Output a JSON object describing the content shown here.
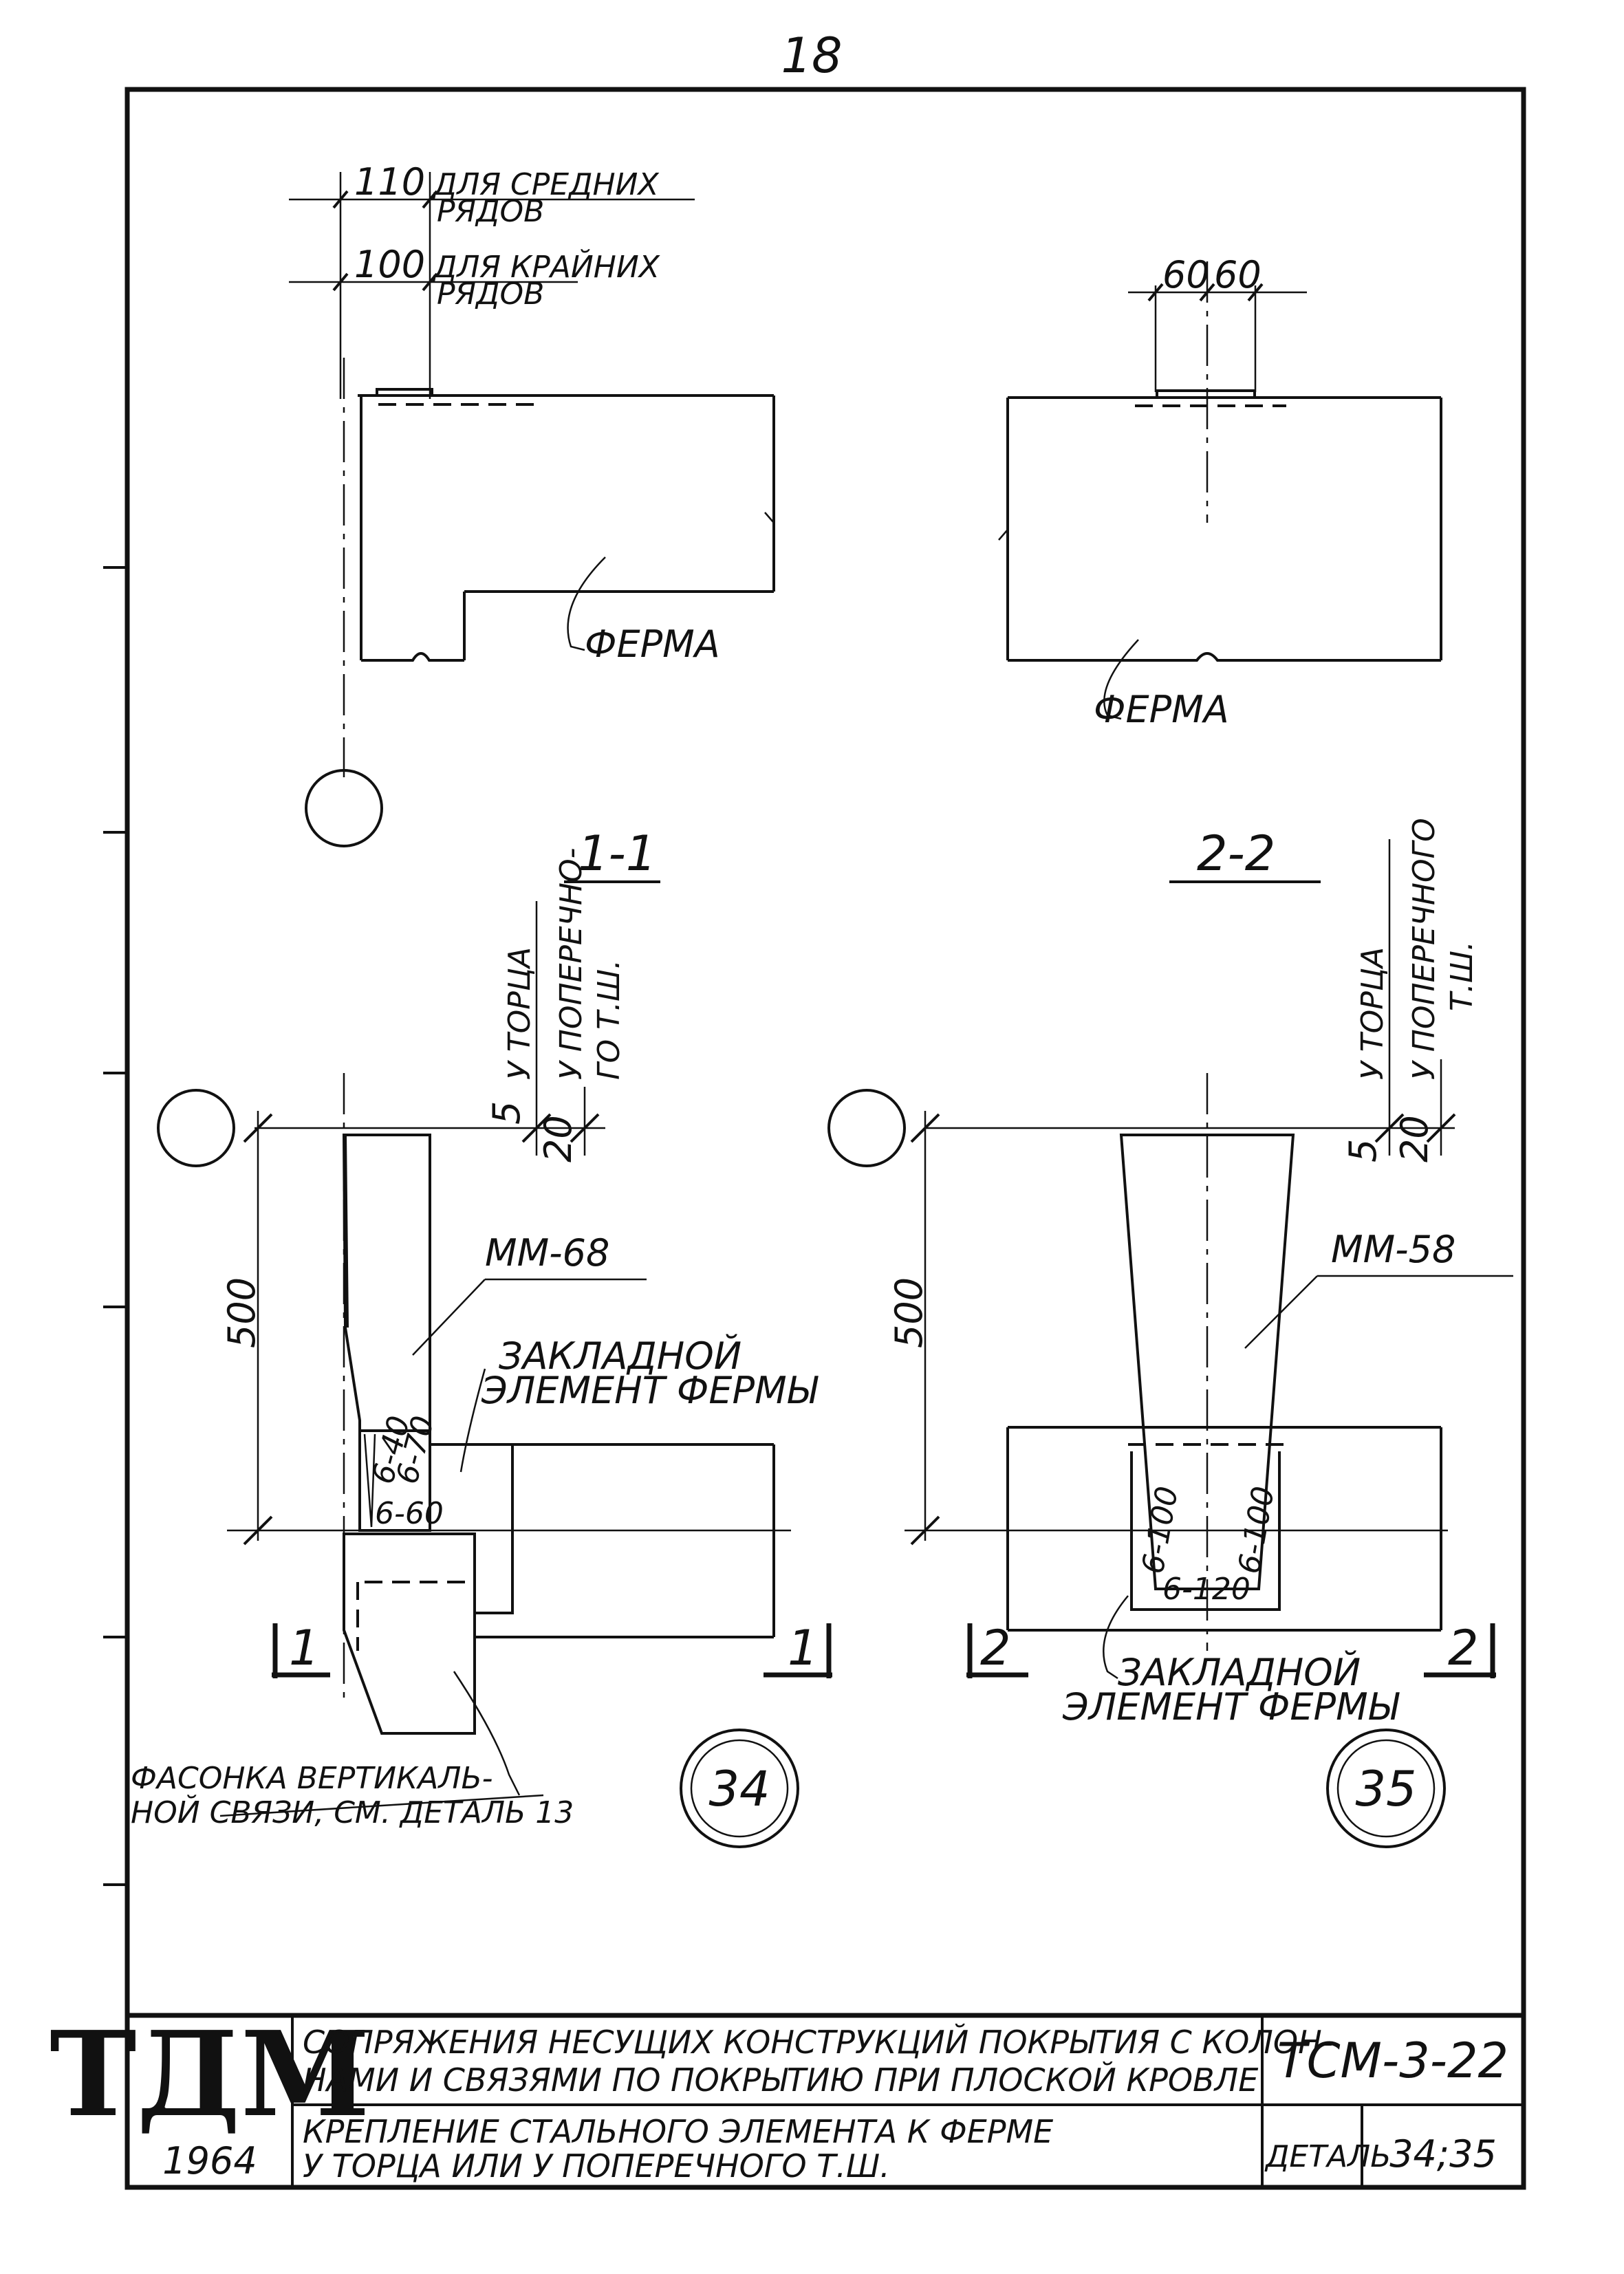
{
  "page_number": "18",
  "top_view_left": {
    "dim_middle": "110",
    "label_middle_line1": "ДЛЯ СРЕДНИХ",
    "label_middle_line2": "РЯДОВ",
    "dim_edge": "100",
    "label_edge_line1": "ДЛЯ КРАЙНИХ",
    "label_edge_line2": "РЯДОВ",
    "truss_label": "ФЕРМА"
  },
  "top_view_right": {
    "dim_a": "60",
    "dim_b": "60",
    "truss_label": "ФЕРМА"
  },
  "section_1": {
    "title": "1-1",
    "label_end": "У ТОРЦА",
    "label_transverse_line1": "У ПОПЕРЕЧНО-",
    "label_transverse_line2": "ГО Т.Ш.",
    "dim_5": "5",
    "dim_20": "20",
    "dim_height": "500",
    "steel_label": "ММ-68",
    "embedded_line1": "ЗАКЛАДНОЙ",
    "embedded_line2": "ЭЛЕМЕНТ ФЕРМЫ",
    "weld_a": "6-40",
    "weld_b": "6-70",
    "weld_c": "6-60",
    "cut_mark": "1",
    "gusset_line1": "ФАСОНКА ВЕРТИКАЛЬ-",
    "gusset_line2": "НОЙ СВЯЗИ, СМ. ДЕТАЛЬ 13",
    "detail_number": "34"
  },
  "section_2": {
    "title": "2-2",
    "label_end": "У ТОРЦА",
    "label_transverse_line1": "У ПОПЕРЕЧНОГО",
    "label_transverse_line2": "Т.Ш.",
    "dim_5": "5",
    "dim_20": "20",
    "dim_height": "500",
    "steel_label": "ММ-58",
    "weld_a": "6-100",
    "weld_b": "6-100",
    "weld_c": "6-120",
    "cut_mark": "2",
    "embedded_line1": "ЗАКЛАДНОЙ",
    "embedded_line2": "ЭЛЕМЕНТ ФЕРМЫ",
    "detail_number": "35"
  },
  "title_block": {
    "logo": "ТДМ",
    "year": "1964",
    "title_line1": "СОПРЯЖЕНИЯ НЕСУЩИХ КОНСТРУКЦИЙ ПОКРЫТИЯ С КОЛОН-",
    "title_line2": "НАМИ И СВЯЗЯМИ ПО ПОКРЫТИЮ ПРИ ПЛОСКОЙ КРОВЛЕ",
    "doc_code": "ТСМ-3-22",
    "subtitle_line1": "КРЕПЛЕНИЕ СТАЛЬНОГО ЭЛЕМЕНТА К ФЕРМЕ",
    "subtitle_line2": "У ТОРЦА ИЛИ У ПОПЕРЕЧНОГО Т.Ш.",
    "detail_label": "ДЕТАЛЬ",
    "detail_value": "34;35"
  }
}
